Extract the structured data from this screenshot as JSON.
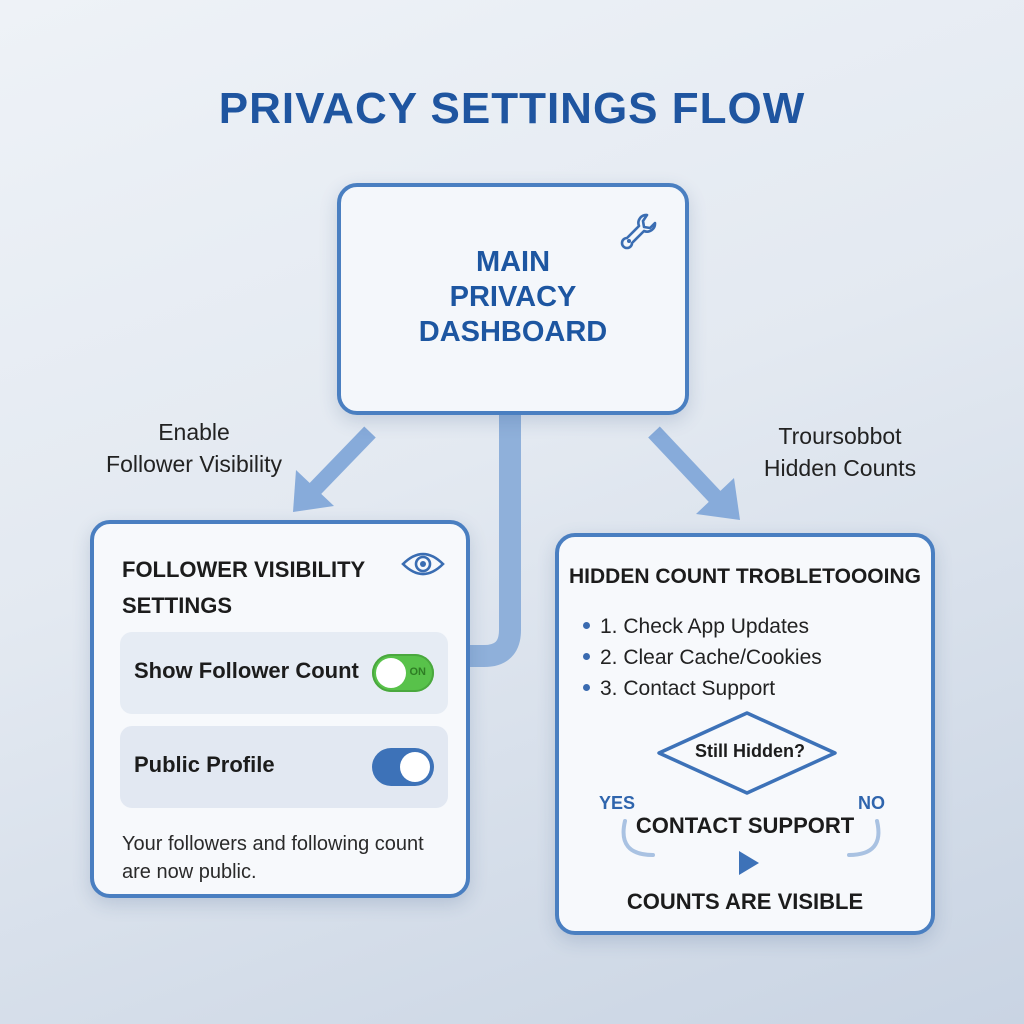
{
  "title": "PRIVACY SETTINGS FLOW",
  "main_node": {
    "lines": [
      "MAIN",
      "PRIVACY",
      "DASHBOARD"
    ],
    "icon": "wrench-icon"
  },
  "edge_left": {
    "lines": [
      "Enable",
      "Follower Visibility"
    ]
  },
  "edge_right": {
    "lines": [
      "Troursobbot",
      "Hidden Counts"
    ]
  },
  "follower_panel": {
    "title_lines": [
      "FOLLOWER VISIBILITY",
      "SETTINGS"
    ],
    "icon": "eye-icon",
    "rows": [
      {
        "label": "Show Follower Count",
        "toggle_state": "ON",
        "toggle_text": "ON",
        "toggle_color": "#58c24a"
      },
      {
        "label": "Public Profile",
        "toggle_state": "on",
        "toggle_color": "#3d72b8"
      }
    ],
    "note": "Your followers and following count are now public."
  },
  "troubleshoot_panel": {
    "title": "HIDDEN COUNT TROBLETOOOING",
    "steps": [
      "1. Check App Updates",
      "2. Clear Cache/Cookies",
      "3. Contact Support"
    ],
    "decision": "Still Hidden?",
    "yes_label": "YES",
    "no_label": "NO",
    "yes_outcome": "CONTACT SUPPORT",
    "no_outcome": "COUNTS ARE VISIBLE"
  },
  "colors": {
    "accent": "#1f55a0",
    "border": "#4a7fc1",
    "connector": "#8fb0da"
  }
}
